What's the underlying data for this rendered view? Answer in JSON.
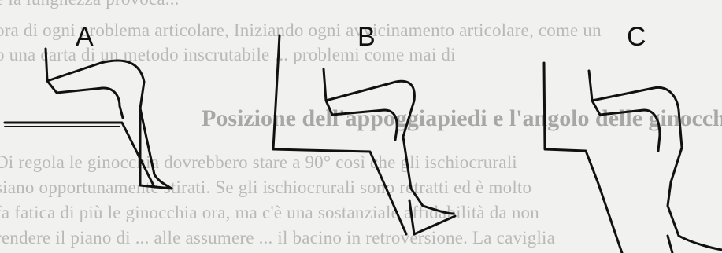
{
  "background_text": {
    "lines": [
      "e la lunghezza provoca...",
      "ora di ogni problema articolare, Iniziando ogni avvicinamento articolare, come un",
      "o una carta di un metodo inscrutabile ... problemi come mai di",
      "Posizione dell'appoggiapiedi e l'angolo delle ginocchia",
      "Di regola le ginocchia dovrebbero stare a 90° così che gli ischiocrurali",
      "siano opportunamente stirati. Se gli ischiocrurali sono retratti ed è molto",
      "fa fatica di più le ginocchia ora, ma c'è una sostanziale affidabilità da non",
      "rendere il piano di ... alle assumere ... il bacino in retroversione. La caviglia"
    ],
    "heading_index": 3
  },
  "figures": [
    {
      "label": "A"
    },
    {
      "label": "B"
    },
    {
      "label": "C"
    }
  ],
  "colors": {
    "ink": "#111111",
    "page": "#f1f1ef",
    "faded_text": "#b9b9b6"
  }
}
